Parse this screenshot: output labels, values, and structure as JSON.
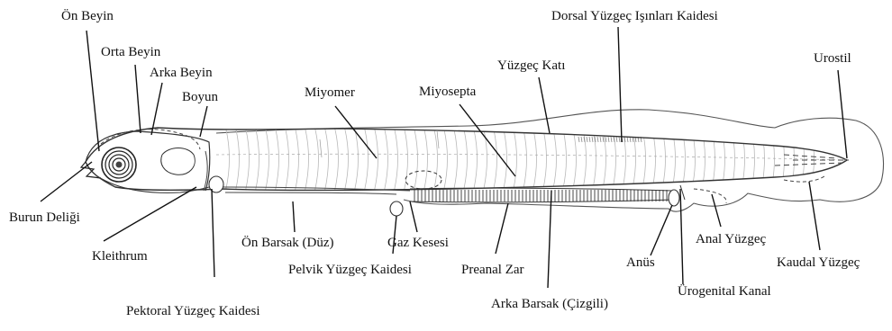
{
  "labels": {
    "on_beyin": "Ön Beyin",
    "orta_beyin": "Orta Beyin",
    "arka_beyin": "Arka Beyin",
    "boyun": "Boyun",
    "burun_deligi": "Burun Deliği",
    "kleithrum": "Kleithrum",
    "pektoral": "Pektoral Yüzgeç Kaidesi",
    "miyomer": "Miyomer",
    "miyosepta": "Miyosepta",
    "yuzgec_kati": "Yüzgeç Katı",
    "dorsal": "Dorsal Yüzgeç Işınları Kaidesi",
    "urostil": "Urostil",
    "on_barsak": "Ön Barsak (Düz)",
    "gaz_kesesi": "Gaz Kesesi",
    "pelvik": "Pelvik Yüzgeç Kaidesi",
    "preanal": "Preanal Zar",
    "arka_barsak": "Arka Barsak (Çizgili)",
    "anus": "Anüs",
    "urogenital": "Ürogenital Kanal",
    "anal": "Anal Yüzgeç",
    "kaudal": "Kaudal Yüzgeç"
  }
}
